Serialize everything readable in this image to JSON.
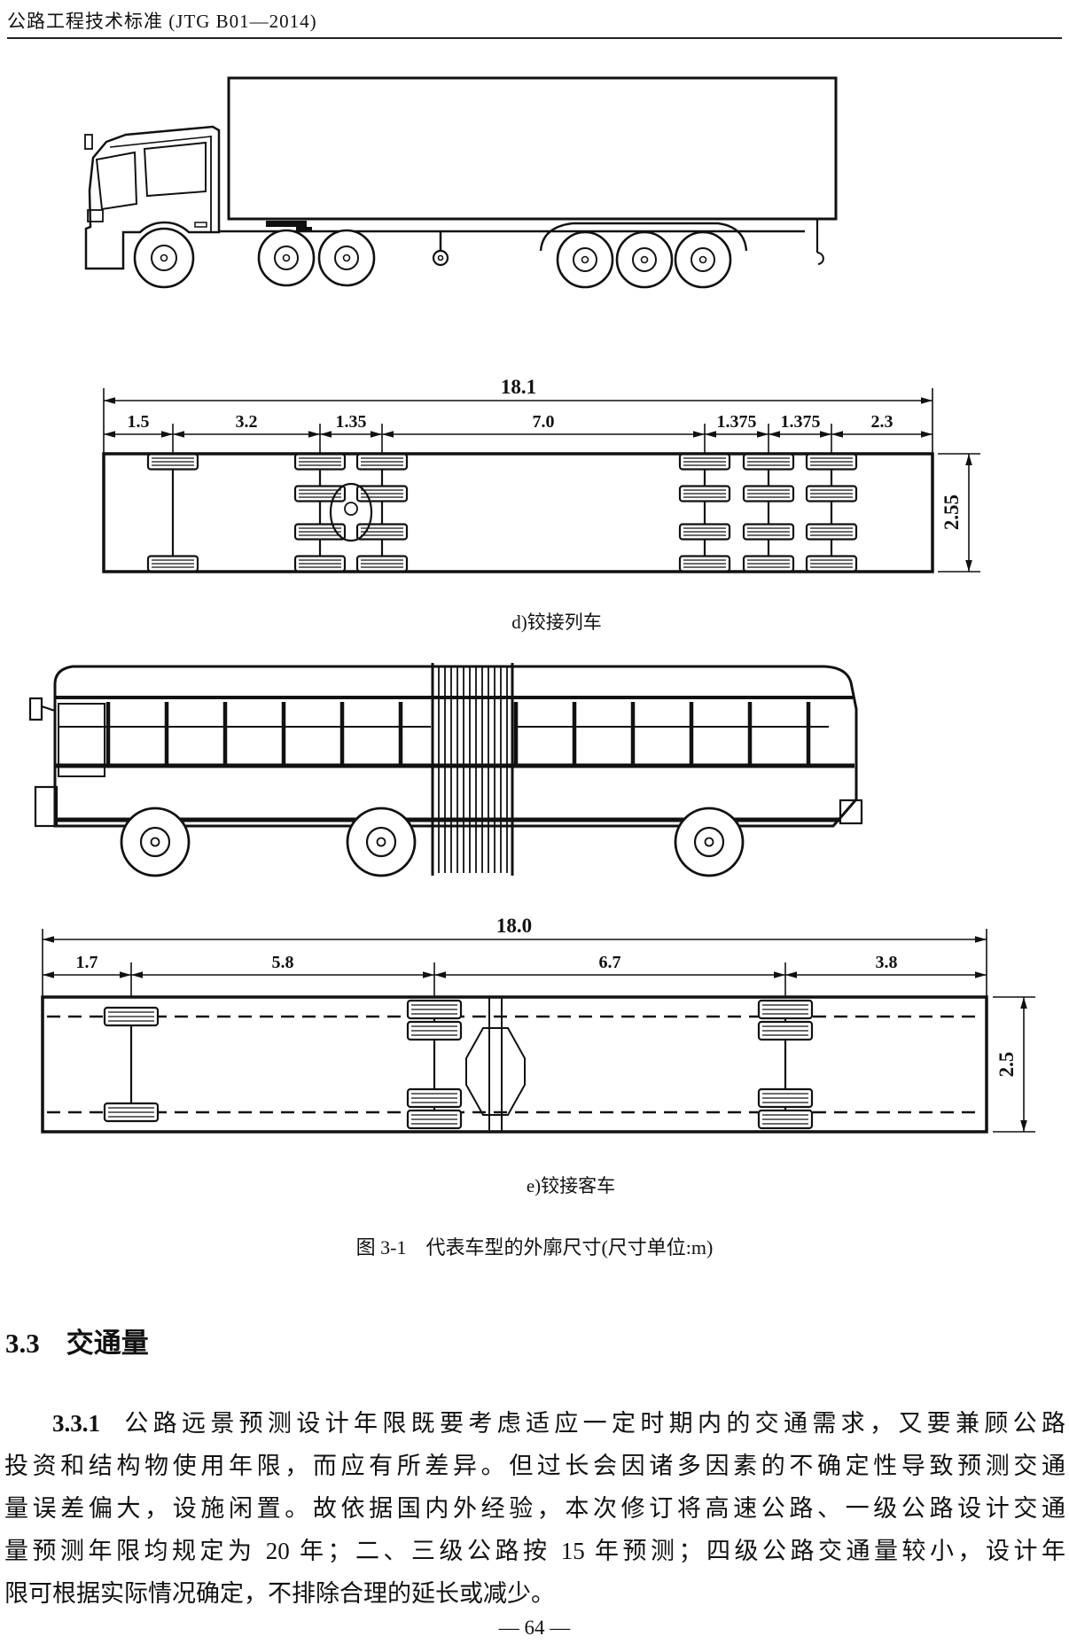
{
  "header": {
    "title": "公路工程技术标准 (JTG B01—2014)"
  },
  "figure": {
    "truck": {
      "total_length": "18.1",
      "segments": [
        "1.5",
        "3.2",
        "1.35",
        "7.0",
        "1.375",
        "1.375",
        "2.3"
      ],
      "width": "2.55",
      "caption": "d)铰接列车"
    },
    "bus": {
      "total_length": "18.0",
      "segments": [
        "1.7",
        "5.8",
        "6.7",
        "3.8"
      ],
      "width": "2.5",
      "caption": "e)铰接客车"
    },
    "caption": "图 3-1　代表车型的外廓尺寸(尺寸单位:m)"
  },
  "section": {
    "number": "3.3",
    "title": "交通量"
  },
  "clause": {
    "number": "3.3.1",
    "lines": [
      "公路远景预测设计年限既要考虑适应一定时期内的交通需求，又要兼顾公路",
      "投资和结构物使用年限，而应有所差异。但过长会因诸多因素的不确定性导致预测交通",
      "量误差偏大，设施闲置。故依据国内外经验，本次修订将高速公路、一级公路设计交通",
      "量预测年限均规定为 20 年；二、三级公路按 15 年预测；四级公路交通量较小，设计年",
      "限可根据实际情况确定，不排除合理的延长或减少。"
    ]
  },
  "footer": {
    "page": "— 64 —"
  }
}
